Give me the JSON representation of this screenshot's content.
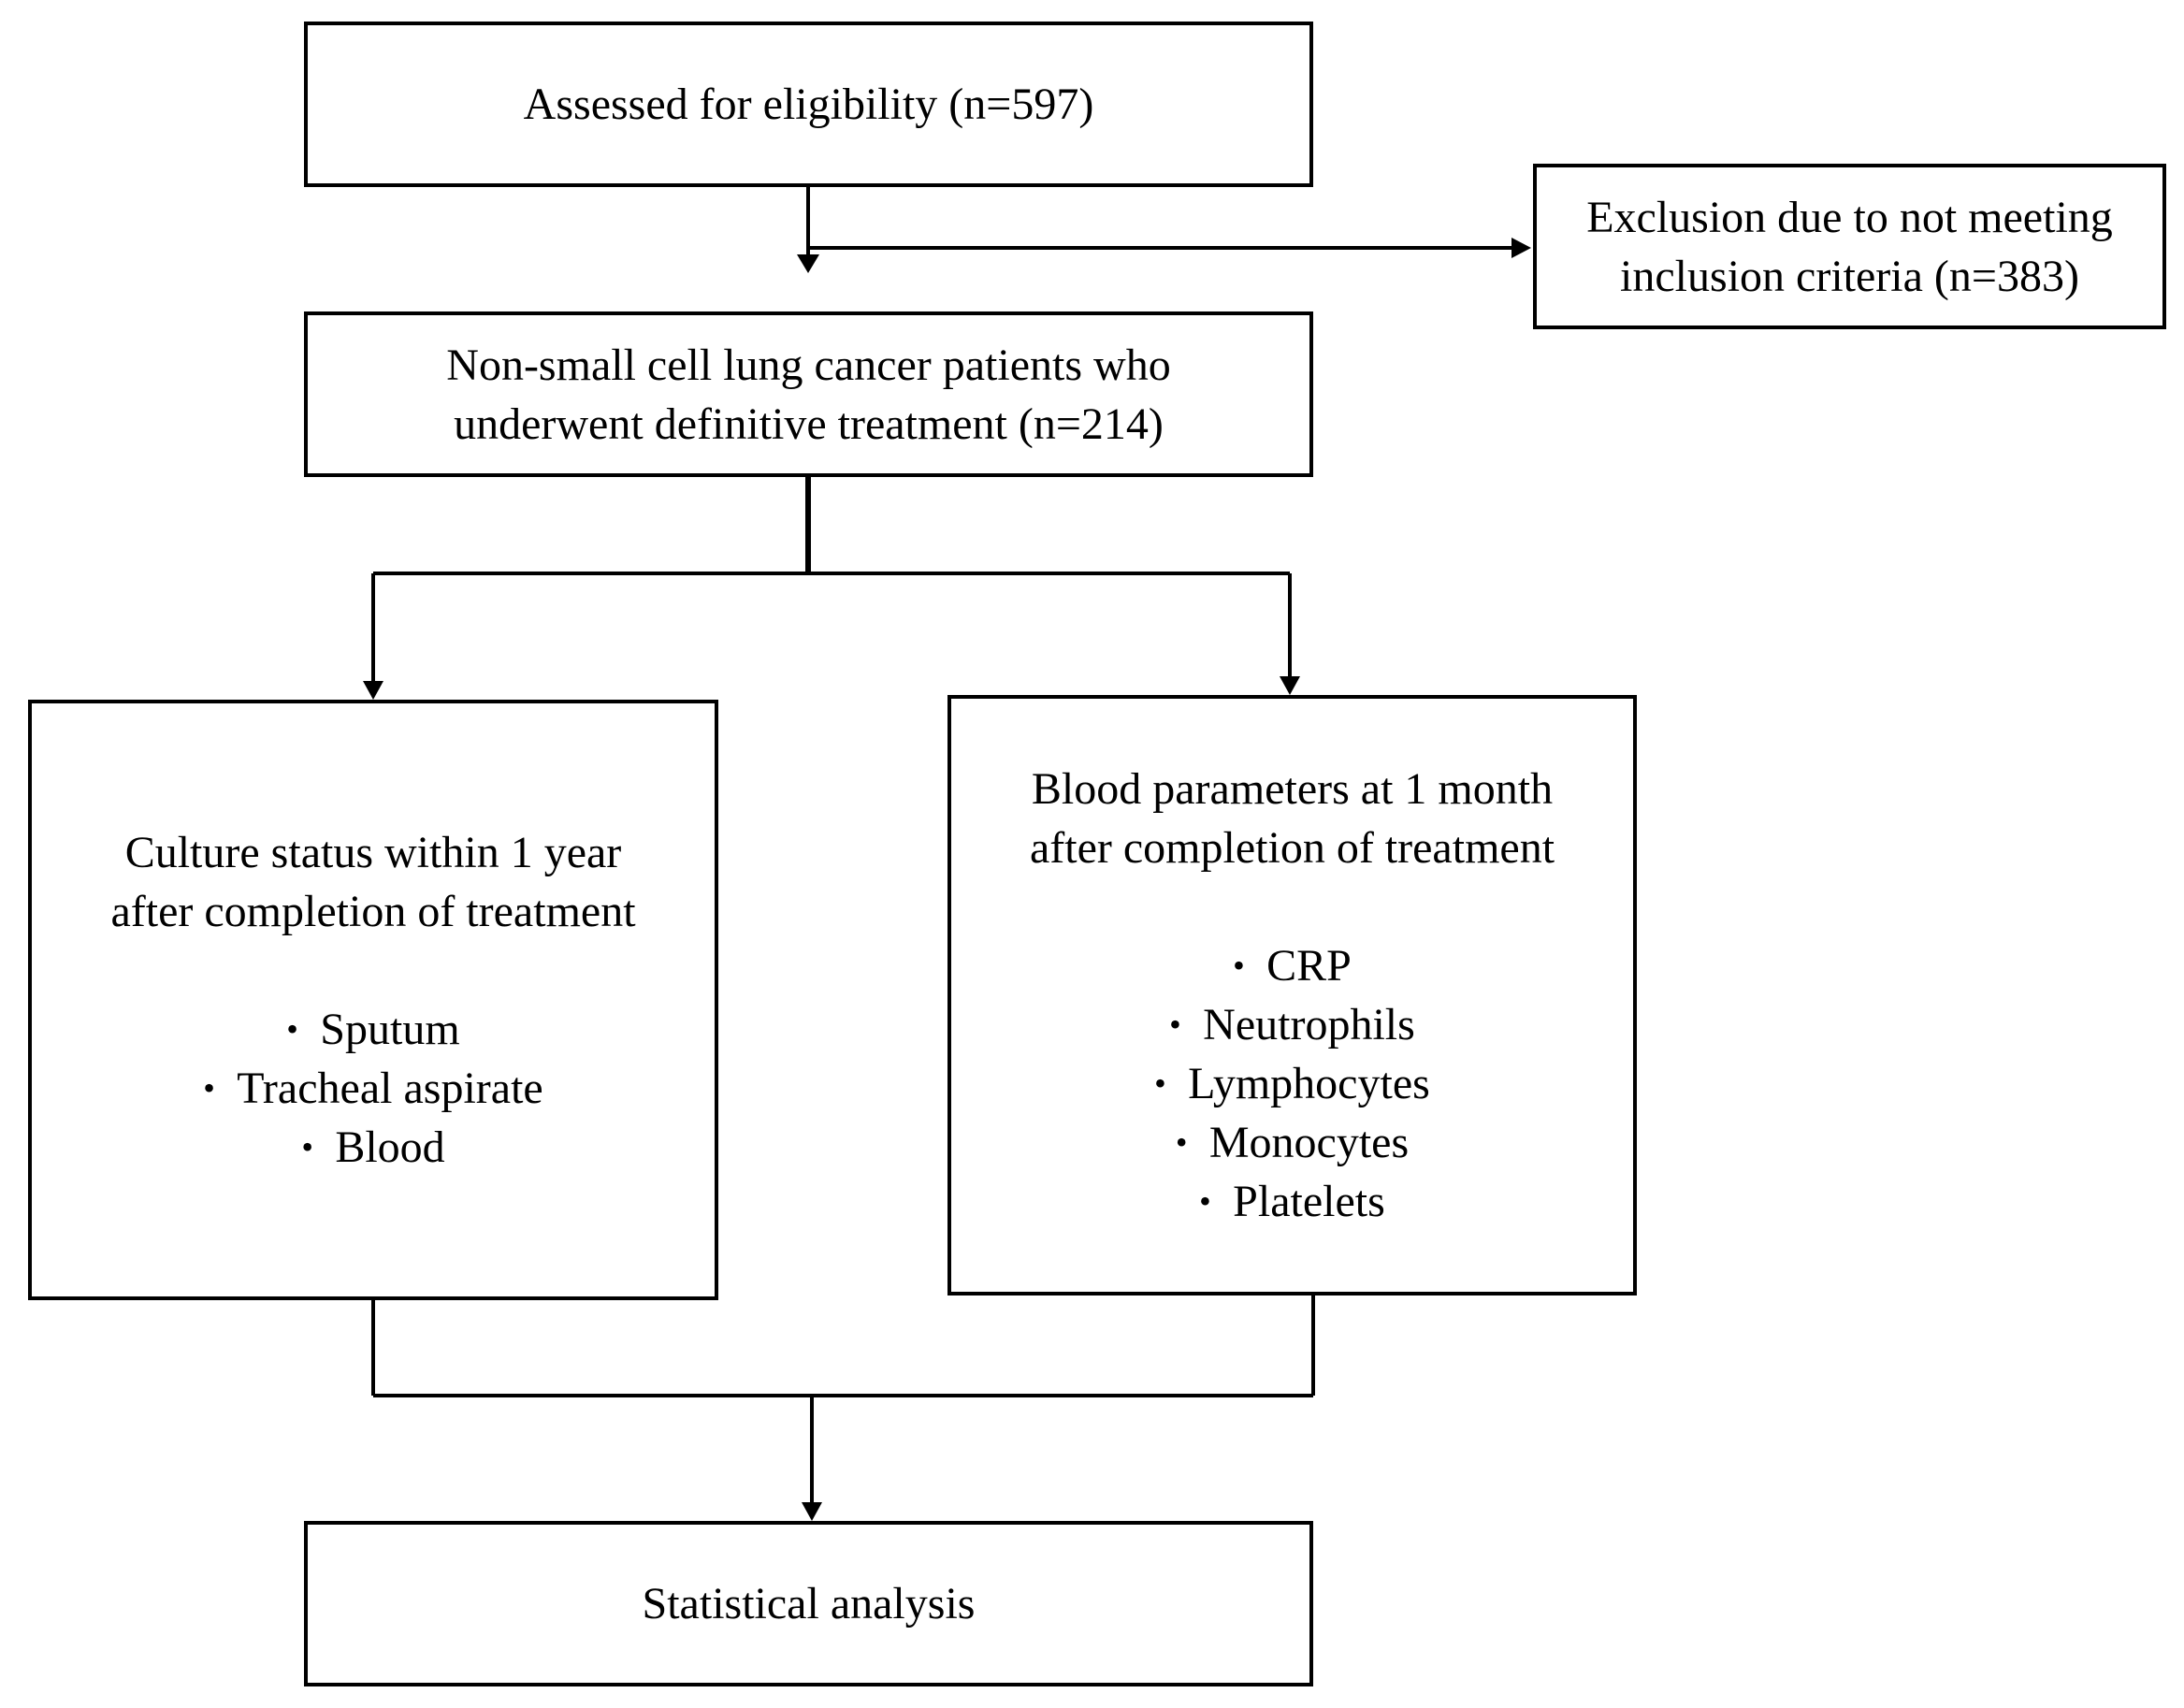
{
  "diagram": {
    "assessed": {
      "text": "Assessed for eligibility (n=597)"
    },
    "exclusion": {
      "line1": "Exclusion due to not meeting",
      "line2": "inclusion criteria (n=383)"
    },
    "nsclc": {
      "line1": "Non-small cell lung cancer patients who",
      "line2": "underwent definitive treatment (n=214)"
    },
    "culture": {
      "line1": "Culture status within 1 year",
      "line2": "after completion of treatment",
      "bullet": "•",
      "items": [
        "Sputum",
        "Tracheal aspirate",
        "Blood"
      ]
    },
    "blood": {
      "line1": "Blood parameters at 1 month",
      "line2": "after completion of treatment",
      "bullet": "•",
      "items": [
        "CRP",
        "Neutrophils",
        "Lymphocytes",
        "Monocytes",
        "Platelets"
      ]
    },
    "statistical": {
      "text": "Statistical analysis"
    },
    "colors": {
      "stroke": "#000000",
      "background": "#ffffff"
    }
  }
}
